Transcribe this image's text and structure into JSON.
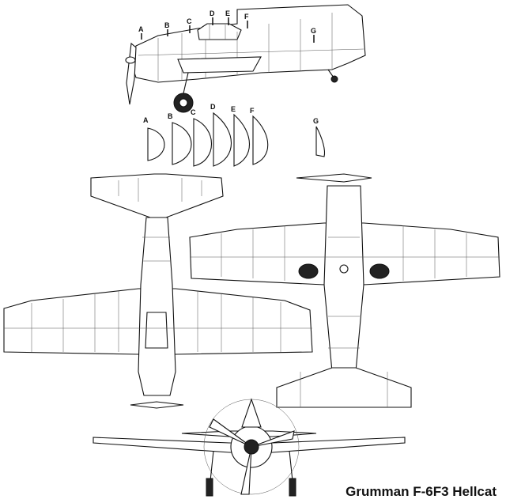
{
  "caption": "Grumman F-6F3 Hellcat",
  "station_labels": [
    "A",
    "B",
    "C",
    "D",
    "E",
    "F",
    "G"
  ],
  "section_labels": [
    "A",
    "B",
    "C",
    "D",
    "E",
    "F",
    "G"
  ]
}
